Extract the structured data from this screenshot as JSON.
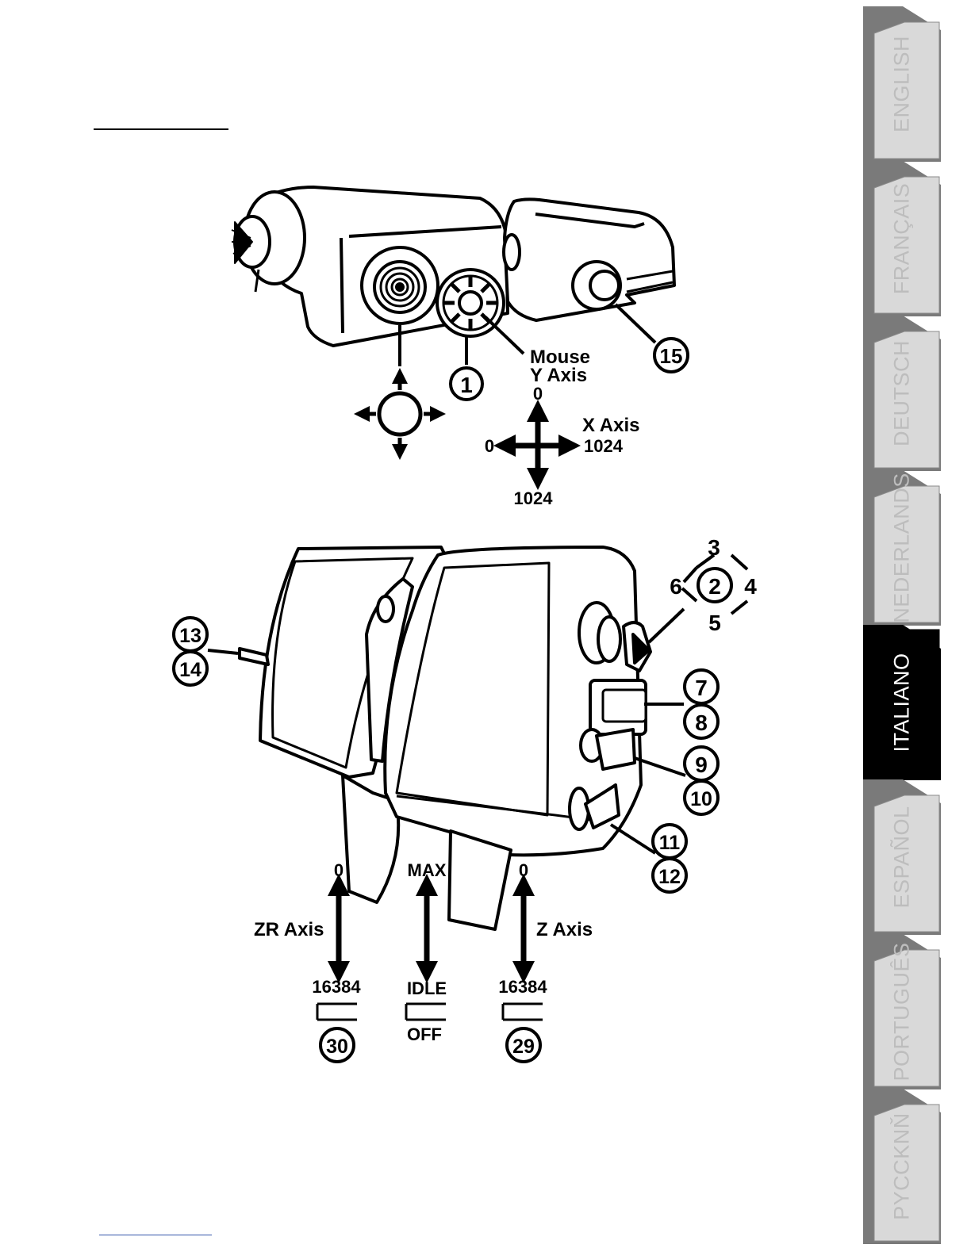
{
  "tabs": [
    {
      "label": "ENGLISH",
      "active": false
    },
    {
      "label": "FRANÇAIS",
      "active": false
    },
    {
      "label": "DEUTSCH",
      "active": false
    },
    {
      "label": "NEDERLANDS",
      "active": false
    },
    {
      "label": "ITALIANO",
      "active": true
    },
    {
      "label": "ESPAÑOL",
      "active": false
    },
    {
      "label": "PORTUGUÊS",
      "active": false
    },
    {
      "label": "PYCCKNŇ",
      "active": false
    }
  ],
  "top_view": {
    "callout_1": "1",
    "callout_15": "15",
    "mouse_label_line1": "Mouse",
    "mouse_label_line2": "Y Axis",
    "y_axis_min": "0",
    "y_axis_max": "1024",
    "x_axis_label": "X Axis",
    "x_axis_min": "0",
    "x_axis_max": "1024"
  },
  "bottom_view": {
    "hat_center": "2",
    "hat_up": "3",
    "hat_right": "4",
    "hat_down": "5",
    "hat_left": "6",
    "callout_7": "7",
    "callout_8": "8",
    "callout_9": "9",
    "callout_10": "10",
    "callout_11": "11",
    "callout_12": "12",
    "callout_13": "13",
    "callout_14": "14",
    "zr_top": "0",
    "zr_label": "ZR Axis",
    "zr_bottom": "16384",
    "zr_callout": "30",
    "throttle_top": "MAX",
    "throttle_idle": "IDLE",
    "throttle_off": "OFF",
    "z_top": "0",
    "z_label": "Z Axis",
    "z_bottom": "16384",
    "z_callout": "29"
  },
  "colors": {
    "tab_inactive": "#d9d9d9",
    "tab_border": "#8a8a8a",
    "tab_active": "#000000",
    "tab_text_inactive": "#bdbdbd",
    "tab_text_active": "#ffffff"
  }
}
